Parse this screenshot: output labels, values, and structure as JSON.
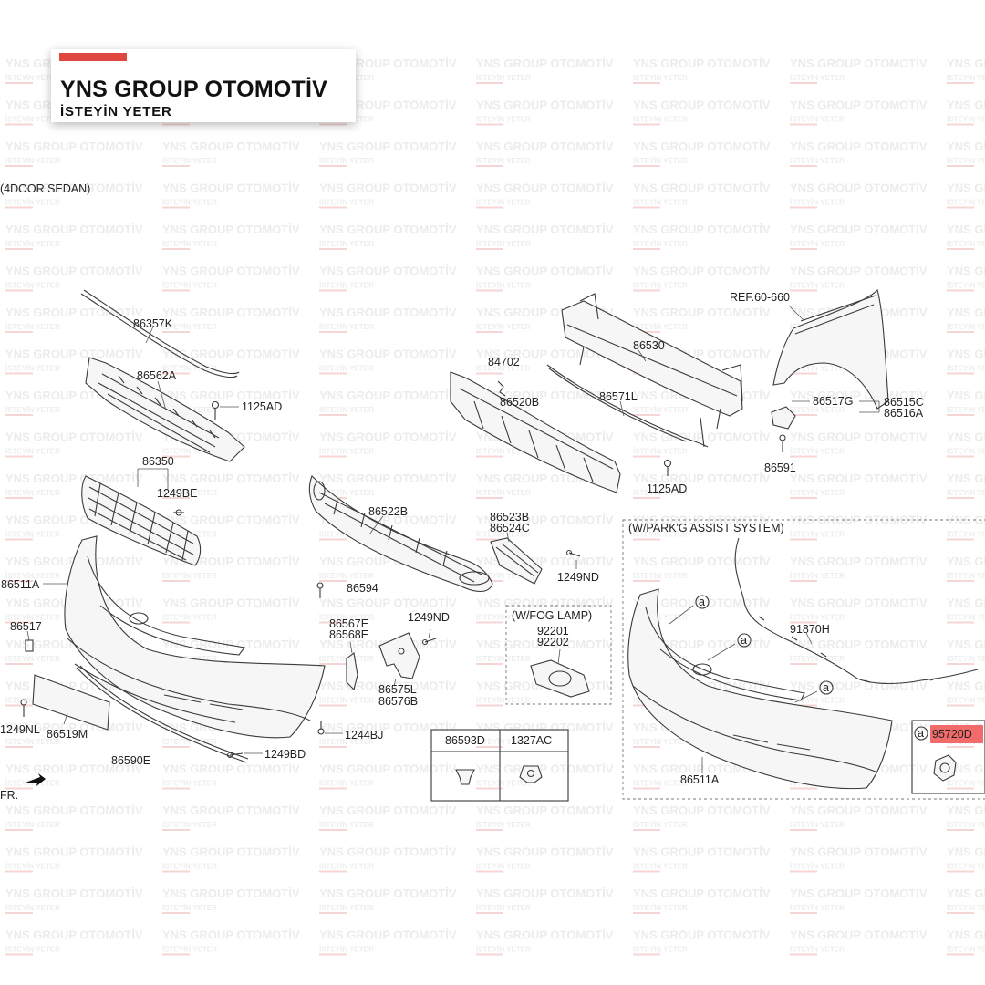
{
  "brand": {
    "title": "YNS GROUP OTOMOTİV",
    "slogan": "İSTEYİN YETER",
    "accent_color": "#e0473f"
  },
  "watermark": {
    "line1": "YNS GROUP OTOMOTİV",
    "line2": "İSTEYİN YETER"
  },
  "diagram": {
    "variant_title": "(4DOOR SEDAN)",
    "direction_label": "FR.",
    "groups": {
      "parking_assist": "(W/PARK'G ASSIST SYSTEM)",
      "fog_lamp": "(W/FOG LAMP)"
    },
    "callout_letter": "a",
    "highlight_color": "#f26b6b",
    "highlighted_part": "95720D",
    "parts": {
      "p86357K": "86357K",
      "p86562A": "86562A",
      "p1125AD_a": "1125AD",
      "p86350": "86350",
      "p1249BE": "1249BE",
      "p86511A_a": "86511A",
      "p86517": "86517",
      "p1249NL": "1249NL",
      "p86519M": "86519M",
      "p86590E": "86590E",
      "p1249BD": "1249BD",
      "p86522B": "86522B",
      "p86594": "86594",
      "p86567E": "86567E",
      "p86568E": "86568E",
      "p1249ND_a": "1249ND",
      "p86575L": "86575L",
      "p86576B": "86576B",
      "p1244BJ": "1244BJ",
      "p84702": "84702",
      "p86520B": "86520B",
      "p86530": "86530",
      "p86571L": "86571L",
      "p1125AD_b": "1125AD",
      "p86523B": "86523B",
      "p86524C": "86524C",
      "p1249ND_b": "1249ND",
      "p92201": "92201",
      "p92202": "92202",
      "pREF": "REF.60-660",
      "p86517G": "86517G",
      "p86515C": "86515C",
      "p86516A": "86516A",
      "p86591": "86591",
      "p91870H": "91870H",
      "p86511A_b": "86511A",
      "p95720D": "95720D"
    },
    "fastener_table": [
      "86593D",
      "1327AC"
    ]
  }
}
